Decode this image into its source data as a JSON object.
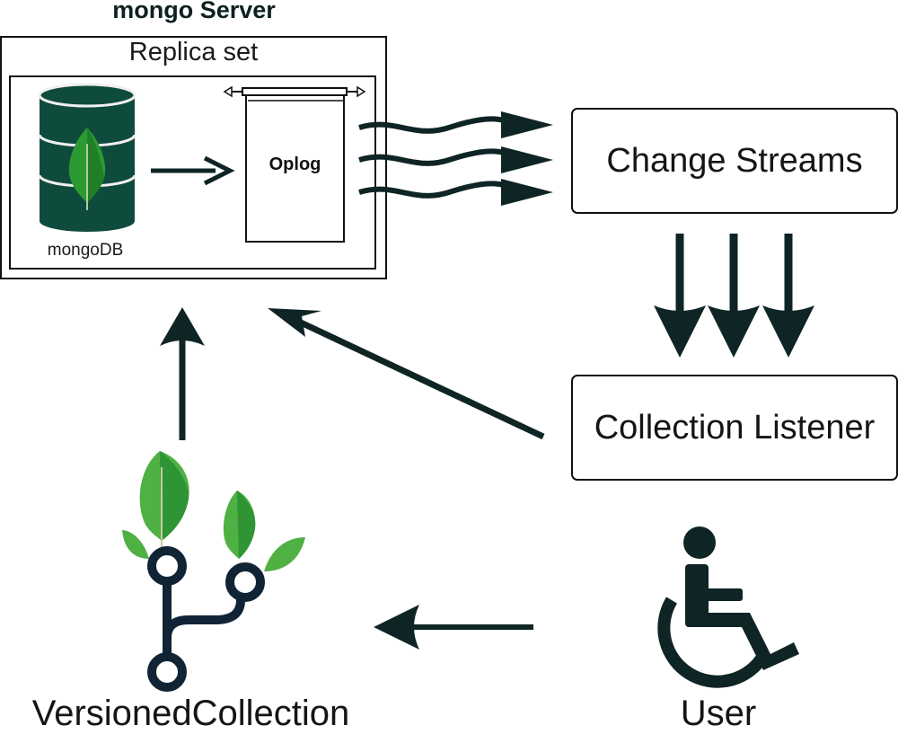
{
  "server": {
    "title": "mongo Server",
    "replica_set_label": "Replica set"
  },
  "database": {
    "label": "mongoDB",
    "icon": "database-cylinder-icon"
  },
  "oplog": {
    "label": "Oplog"
  },
  "change_streams": {
    "label": "Change Streams"
  },
  "collection_listener": {
    "label": "Collection Listener"
  },
  "versioned_collection": {
    "label": "VersionedCollection",
    "icon": "git-branch-leaves-icon"
  },
  "user": {
    "label": "User",
    "icon": "wheelchair-user-icon"
  },
  "colors": {
    "ink": "#0f2424",
    "cylinder": "#0f4b3d",
    "leaf_dark": "#1f8a2c",
    "leaf_light": "#58b947",
    "branch": "#112436"
  }
}
